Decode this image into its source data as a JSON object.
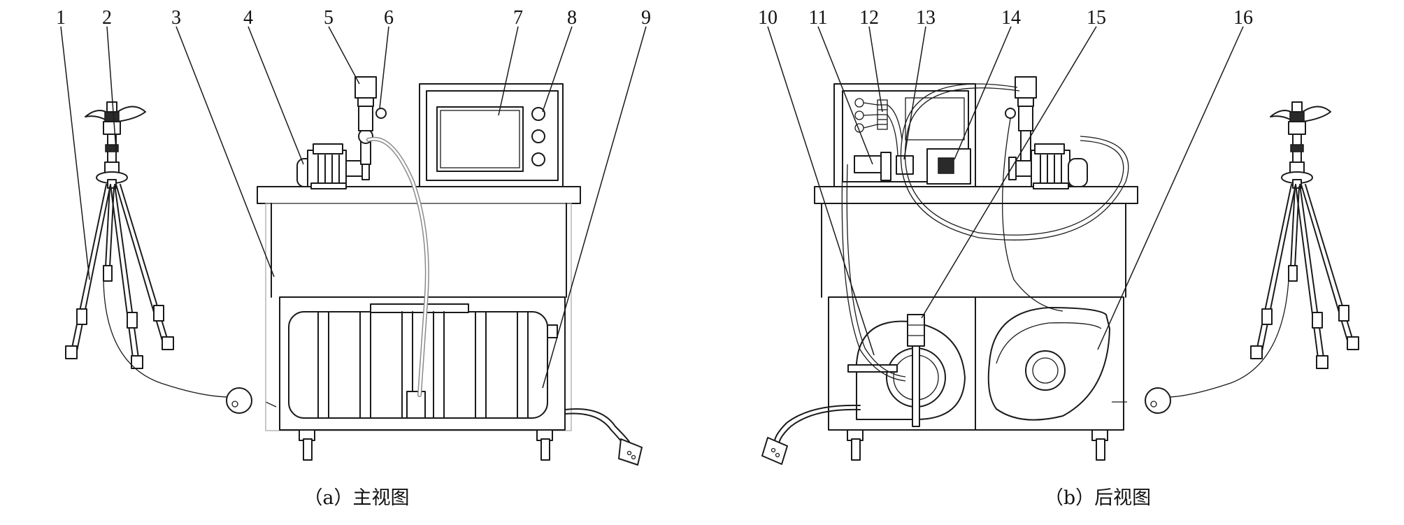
{
  "callouts": [
    "1",
    "2",
    "3",
    "4",
    "5",
    "6",
    "7",
    "8",
    "9",
    "10",
    "11",
    "12",
    "13",
    "14",
    "15",
    "16"
  ],
  "captions": {
    "front": "（a）主视图",
    "back": "（b）后视图"
  }
}
